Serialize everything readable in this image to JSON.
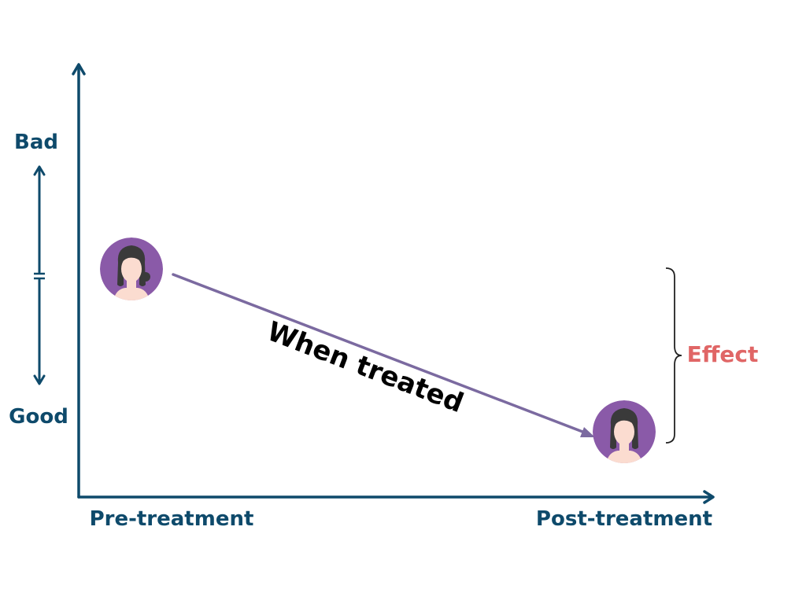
{
  "labels": {
    "y_top": "Bad",
    "y_bottom": "Good",
    "x_start": "Pre-treatment",
    "x_end": "Post-treatment",
    "arrow_label": "When treated",
    "bracket_label": "Effect"
  },
  "colors": {
    "axis": "#0e4a6b",
    "arrow": "#7b6aa0",
    "effect": "#e06666",
    "avatar_circle": "#8a5aa8",
    "skin": "#fbdcd0",
    "hair": "#3a3a3a",
    "arrow_label": "#000000",
    "bracket": "#222222"
  },
  "icons": {
    "person": "person-avatar-icon"
  }
}
